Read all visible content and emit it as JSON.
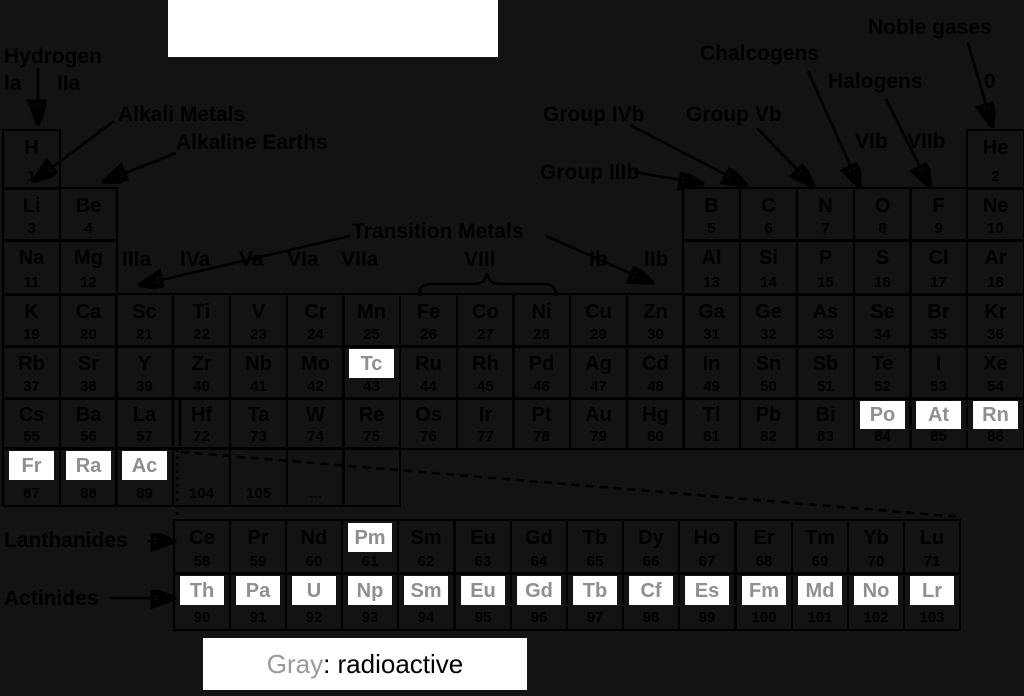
{
  "labels": {
    "hydrogen": "Hydrogen",
    "group_ia": "Ia",
    "group_iia": "IIa",
    "alkali_metals": "Alkali Metals",
    "alkaline_earths": "Alkaline Earths",
    "transition_metals": "Transition Metals",
    "group_iiia": "IIIa",
    "group_iva": "IVa",
    "group_va": "Va",
    "group_via": "VIa",
    "group_viia": "VIIa",
    "group_viii": "VIII",
    "group_ib": "Ib",
    "group_iib": "IIb",
    "group_iiib": "Group IIIb",
    "group_ivb": "Group IVb",
    "group_vb": "Group Vb",
    "group_vib": "VIb",
    "group_viib": "VIIb",
    "group_zero": "0",
    "chalcogens": "Chalcogens",
    "halogens": "Halogens",
    "noble_gases": "Noble gases",
    "lanthanides": "Lanthanides",
    "actinides": "Actinides"
  },
  "legend": {
    "term": "Gray",
    "description": ": radioactive"
  },
  "colors": {
    "background": "#131313",
    "ink": "#000000",
    "highlight_box": "#ffffff",
    "radioactive_text": "#8f8f8f"
  },
  "periodic_table": {
    "rows": [
      {
        "id": "period-1",
        "cells": [
          {
            "col": 0,
            "sym": "H",
            "num": "1"
          },
          {
            "col": 17,
            "sym": "He",
            "num": "2"
          }
        ]
      },
      {
        "id": "period-2",
        "cells": [
          {
            "col": 0,
            "sym": "Li",
            "num": "3"
          },
          {
            "col": 1,
            "sym": "Be",
            "num": "4"
          },
          {
            "col": 12,
            "sym": "B",
            "num": "5"
          },
          {
            "col": 13,
            "sym": "C",
            "num": "6"
          },
          {
            "col": 14,
            "sym": "N",
            "num": "7"
          },
          {
            "col": 15,
            "sym": "O",
            "num": "8"
          },
          {
            "col": 16,
            "sym": "F",
            "num": "9"
          },
          {
            "col": 17,
            "sym": "Ne",
            "num": "10"
          }
        ]
      },
      {
        "id": "period-3",
        "cells": [
          {
            "col": 0,
            "sym": "Na",
            "num": "11"
          },
          {
            "col": 1,
            "sym": "Mg",
            "num": "12"
          },
          {
            "col": 12,
            "sym": "Al",
            "num": "13"
          },
          {
            "col": 13,
            "sym": "Si",
            "num": "14"
          },
          {
            "col": 14,
            "sym": "P",
            "num": "15"
          },
          {
            "col": 15,
            "sym": "S",
            "num": "16"
          },
          {
            "col": 16,
            "sym": "Cl",
            "num": "17"
          },
          {
            "col": 17,
            "sym": "Ar",
            "num": "18"
          }
        ]
      },
      {
        "id": "period-4",
        "cells": [
          {
            "col": 0,
            "sym": "K",
            "num": "19"
          },
          {
            "col": 1,
            "sym": "Ca",
            "num": "20"
          },
          {
            "col": 2,
            "sym": "Sc",
            "num": "21"
          },
          {
            "col": 3,
            "sym": "Ti",
            "num": "22"
          },
          {
            "col": 4,
            "sym": "V",
            "num": "23"
          },
          {
            "col": 5,
            "sym": "Cr",
            "num": "24"
          },
          {
            "col": 6,
            "sym": "Mn",
            "num": "25"
          },
          {
            "col": 7,
            "sym": "Fe",
            "num": "26"
          },
          {
            "col": 8,
            "sym": "Co",
            "num": "27"
          },
          {
            "col": 9,
            "sym": "Ni",
            "num": "28"
          },
          {
            "col": 10,
            "sym": "Cu",
            "num": "29"
          },
          {
            "col": 11,
            "sym": "Zn",
            "num": "30"
          },
          {
            "col": 12,
            "sym": "Ga",
            "num": "31"
          },
          {
            "col": 13,
            "sym": "Ge",
            "num": "32"
          },
          {
            "col": 14,
            "sym": "As",
            "num": "33"
          },
          {
            "col": 15,
            "sym": "Se",
            "num": "34"
          },
          {
            "col": 16,
            "sym": "Br",
            "num": "35"
          },
          {
            "col": 17,
            "sym": "Kr",
            "num": "36"
          }
        ]
      },
      {
        "id": "period-5",
        "cells": [
          {
            "col": 0,
            "sym": "Rb",
            "num": "37"
          },
          {
            "col": 1,
            "sym": "Sr",
            "num": "38"
          },
          {
            "col": 2,
            "sym": "Y",
            "num": "39"
          },
          {
            "col": 3,
            "sym": "Zr",
            "num": "40"
          },
          {
            "col": 4,
            "sym": "Nb",
            "num": "41"
          },
          {
            "col": 5,
            "sym": "Mo",
            "num": "42"
          },
          {
            "col": 6,
            "sym": "Tc",
            "num": "43",
            "rad": true
          },
          {
            "col": 7,
            "sym": "Ru",
            "num": "44"
          },
          {
            "col": 8,
            "sym": "Rh",
            "num": "45"
          },
          {
            "col": 9,
            "sym": "Pd",
            "num": "46"
          },
          {
            "col": 10,
            "sym": "Ag",
            "num": "47"
          },
          {
            "col": 11,
            "sym": "Cd",
            "num": "48"
          },
          {
            "col": 12,
            "sym": "In",
            "num": "49"
          },
          {
            "col": 13,
            "sym": "Sn",
            "num": "50"
          },
          {
            "col": 14,
            "sym": "Sb",
            "num": "51"
          },
          {
            "col": 15,
            "sym": "Te",
            "num": "52"
          },
          {
            "col": 16,
            "sym": "I",
            "num": "53"
          },
          {
            "col": 17,
            "sym": "Xe",
            "num": "54"
          }
        ]
      },
      {
        "id": "period-6",
        "cells": [
          {
            "col": 0,
            "sym": "Cs",
            "num": "55"
          },
          {
            "col": 1,
            "sym": "Ba",
            "num": "56"
          },
          {
            "col": 2,
            "sym": "La",
            "num": "57"
          },
          {
            "col": 3,
            "sym": "Hf",
            "num": "72"
          },
          {
            "col": 4,
            "sym": "Ta",
            "num": "73"
          },
          {
            "col": 5,
            "sym": "W",
            "num": "74"
          },
          {
            "col": 6,
            "sym": "Re",
            "num": "75"
          },
          {
            "col": 7,
            "sym": "Os",
            "num": "76"
          },
          {
            "col": 8,
            "sym": "Ir",
            "num": "77"
          },
          {
            "col": 9,
            "sym": "Pt",
            "num": "78"
          },
          {
            "col": 10,
            "sym": "Au",
            "num": "79"
          },
          {
            "col": 11,
            "sym": "Hg",
            "num": "80"
          },
          {
            "col": 12,
            "sym": "Tl",
            "num": "81"
          },
          {
            "col": 13,
            "sym": "Pb",
            "num": "82"
          },
          {
            "col": 14,
            "sym": "Bi",
            "num": "83"
          },
          {
            "col": 15,
            "sym": "Po",
            "num": "84",
            "rad": true
          },
          {
            "col": 16,
            "sym": "At",
            "num": "85",
            "rad": true
          },
          {
            "col": 17,
            "sym": "Rn",
            "num": "86",
            "rad": true
          }
        ]
      },
      {
        "id": "period-7",
        "cells": [
          {
            "col": 0,
            "sym": "Fr",
            "num": "87",
            "rad": true
          },
          {
            "col": 1,
            "sym": "Ra",
            "num": "88",
            "rad": true
          },
          {
            "col": 2,
            "sym": "Ac",
            "num": "89",
            "rad": true
          },
          {
            "col": 3,
            "sym": "",
            "num": "104"
          },
          {
            "col": 4,
            "sym": "",
            "num": "105"
          },
          {
            "col": 5,
            "sym": "",
            "num": "..."
          },
          {
            "col": 6,
            "sym": "",
            "num": ""
          }
        ]
      },
      {
        "id": "lanthanides",
        "cells": [
          {
            "col": 0,
            "sym": "Ce",
            "num": "58"
          },
          {
            "col": 1,
            "sym": "Pr",
            "num": "59"
          },
          {
            "col": 2,
            "sym": "Nd",
            "num": "60"
          },
          {
            "col": 3,
            "sym": "Pm",
            "num": "61",
            "rad": true
          },
          {
            "col": 4,
            "sym": "Sm",
            "num": "62"
          },
          {
            "col": 5,
            "sym": "Eu",
            "num": "63"
          },
          {
            "col": 6,
            "sym": "Gd",
            "num": "64"
          },
          {
            "col": 7,
            "sym": "Tb",
            "num": "65"
          },
          {
            "col": 8,
            "sym": "Dy",
            "num": "66"
          },
          {
            "col": 9,
            "sym": "Ho",
            "num": "67"
          },
          {
            "col": 10,
            "sym": "Er",
            "num": "68"
          },
          {
            "col": 11,
            "sym": "Tm",
            "num": "69"
          },
          {
            "col": 12,
            "sym": "Yb",
            "num": "70"
          },
          {
            "col": 13,
            "sym": "Lu",
            "num": "71"
          }
        ]
      },
      {
        "id": "actinides",
        "cells": [
          {
            "col": 0,
            "sym": "Th",
            "num": "90",
            "rad": true
          },
          {
            "col": 1,
            "sym": "Pa",
            "num": "91",
            "rad": true
          },
          {
            "col": 2,
            "sym": "U",
            "num": "92",
            "rad": true
          },
          {
            "col": 3,
            "sym": "Np",
            "num": "93",
            "rad": true
          },
          {
            "col": 4,
            "sym": "Sm",
            "num": "94",
            "rad": true
          },
          {
            "col": 5,
            "sym": "Eu",
            "num": "95",
            "rad": true
          },
          {
            "col": 6,
            "sym": "Gd",
            "num": "96",
            "rad": true
          },
          {
            "col": 7,
            "sym": "Tb",
            "num": "97",
            "rad": true
          },
          {
            "col": 8,
            "sym": "Cf",
            "num": "98",
            "rad": true
          },
          {
            "col": 9,
            "sym": "Es",
            "num": "99",
            "rad": true
          },
          {
            "col": 10,
            "sym": "Fm",
            "num": "100",
            "rad": true
          },
          {
            "col": 11,
            "sym": "Md",
            "num": "101",
            "rad": true
          },
          {
            "col": 12,
            "sym": "No",
            "num": "102",
            "rad": true
          },
          {
            "col": 13,
            "sym": "Lr",
            "num": "103",
            "rad": true
          }
        ]
      }
    ]
  }
}
